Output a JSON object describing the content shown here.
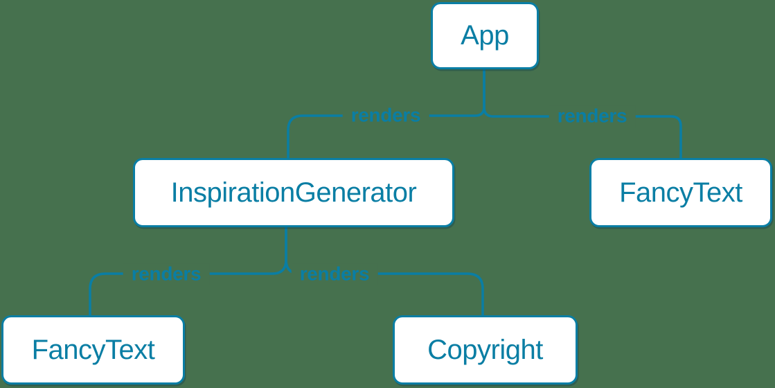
{
  "diagram": {
    "type": "component-tree",
    "colors": {
      "background": "#46714E",
      "accent": "#0a7ea4",
      "node_fill": "#ffffff"
    },
    "nodes": [
      {
        "id": "app",
        "label": "App"
      },
      {
        "id": "inspiration-generator",
        "label": "InspirationGenerator"
      },
      {
        "id": "fancy-text-right",
        "label": "FancyText"
      },
      {
        "id": "fancy-text-left",
        "label": "FancyText"
      },
      {
        "id": "copyright",
        "label": "Copyright"
      }
    ],
    "edges": [
      {
        "from": "App",
        "to": "InspirationGenerator",
        "label": "renders"
      },
      {
        "from": "App",
        "to": "FancyText",
        "label": "renders"
      },
      {
        "from": "InspirationGenerator",
        "to": "FancyText",
        "label": "renders"
      },
      {
        "from": "InspirationGenerator",
        "to": "Copyright",
        "label": "renders"
      }
    ]
  }
}
